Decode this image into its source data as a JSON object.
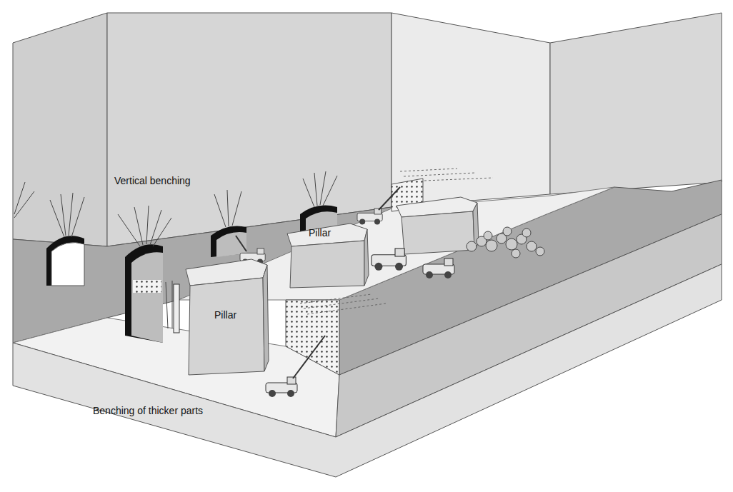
{
  "diagram": {
    "nodes": [
      {
        "text": [
          "Pillar"
        ]
      },
      {
        "text": [
          "Pillar"
        ]
      }
    ],
    "labels": [
      "Vertical benching",
      "Benching of thicker parts"
    ]
  }
}
